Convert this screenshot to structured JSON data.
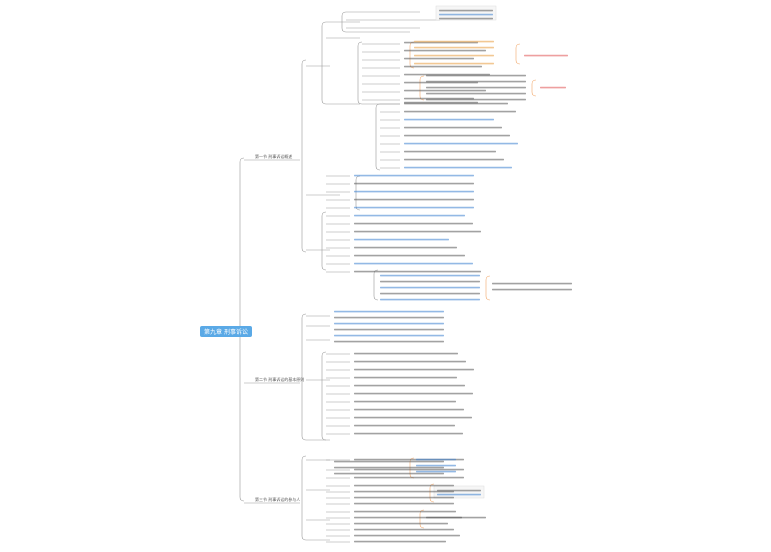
{
  "root": {
    "label": "第九章 刑事诉讼"
  },
  "branches": [
    {
      "label": "第一节 刑事诉讼概述"
    },
    {
      "label": "第二节 刑事诉讼的基本原则"
    },
    {
      "label": "第三节 刑事诉讼的参与人"
    }
  ],
  "colors": {
    "root_bg": "#5aa9e6",
    "root_text": "#ffffff",
    "line": "#9a9a9a",
    "text": "#555555",
    "blue_text": "#3a7fd0",
    "red_text": "#e05050",
    "orange_text": "#e89a3c",
    "orange_bracket": "#f2a86b",
    "note_bg": "#f6f6f6"
  }
}
